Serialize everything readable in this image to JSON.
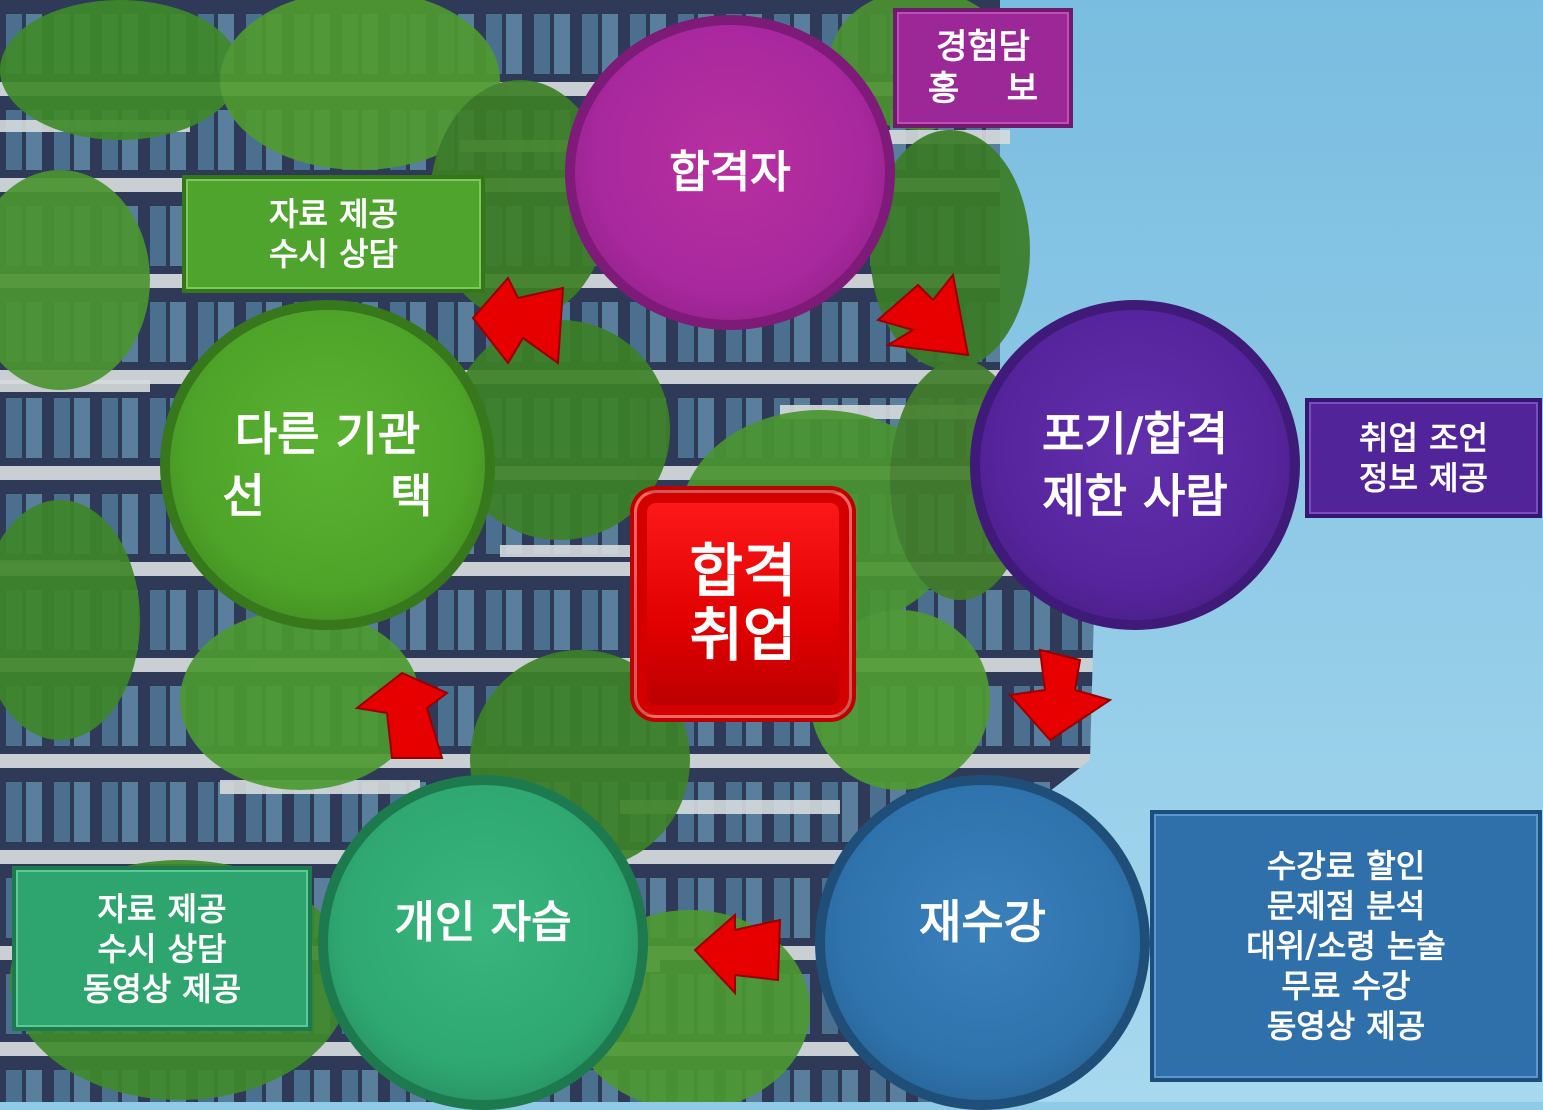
{
  "nodes": {
    "passer": {
      "label": "합격자",
      "color": "#a8289e"
    },
    "giveup": {
      "line1": "포기/합격",
      "line2": "제한 사람",
      "color": "#56249c"
    },
    "retake": {
      "label": "재수강",
      "color": "#2f73ad"
    },
    "selfstudy": {
      "label": "개인 자습",
      "color": "#2fa872"
    },
    "other": {
      "line1": "다른 기관",
      "line2a": "선",
      "line2b": "택",
      "color": "#4ea428"
    }
  },
  "center": {
    "line1": "합격",
    "line2": "취업",
    "color": "#e30000"
  },
  "boxes": {
    "passer_box": {
      "line1": "경험담",
      "line2a": "홍",
      "line2b": "보",
      "color": "#9c2898"
    },
    "giveup_box": {
      "line1": "취업 조언",
      "line2": "정보 제공",
      "color": "#52249a"
    },
    "retake_box": {
      "lines": [
        "수강료 할인",
        "문제점 분석",
        "대위/소령 논술",
        "무료 수강",
        "동영상 제공"
      ],
      "color": "#2f70ab"
    },
    "selfstudy_box": {
      "lines": [
        "자료 제공",
        "수시 상담",
        "동영상 제공"
      ],
      "color": "#2ea56f"
    },
    "other_box": {
      "line1": "자료 제공",
      "line2": "수시 상담",
      "color": "#4ea42c"
    }
  },
  "arrow_color": "#e60000"
}
